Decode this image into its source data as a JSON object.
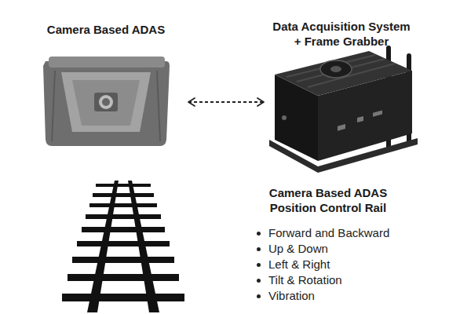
{
  "diagram": {
    "nodes": [
      {
        "text": [
          "Camera Based ADAS"
        ]
      },
      {
        "text": [
          "Data Acquisition System + Frame Grabber"
        ]
      },
      {
        "text": [
          "Camera Based ADAS Position Control Rail"
        ]
      }
    ],
    "edges": [
      {
        "from": 0,
        "to": 1,
        "arrow": "both"
      }
    ],
    "labels": [
      "Forward and Backward",
      "Up & Down",
      "Left & Right",
      "Tilt & Rotation",
      "Vibration"
    ]
  }
}
